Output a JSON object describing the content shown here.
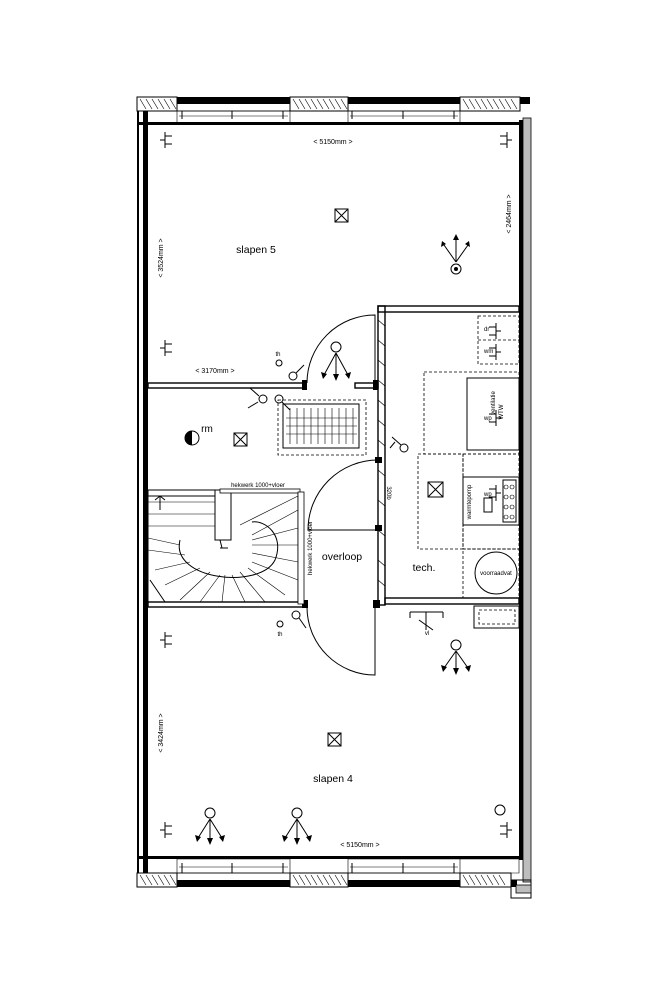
{
  "rooms": {
    "slapen5": "slapen 5",
    "slapen4": "slapen 4",
    "overloop": "overloop",
    "tech": "tech."
  },
  "dimensions": {
    "top_width": "< 5150mm >",
    "bottom_width": "< 5150mm >",
    "left_top_depth": "< 3524mm >",
    "right_top_depth": "< 2464mm >",
    "left_bottom_depth": "< 3424mm >",
    "corridor_width": "< 3170mm >",
    "door_height": "320b"
  },
  "labels": {
    "hekwerk_horizontal": "hekwerk 1000+vloer",
    "hekwerk_vertical": "hekwerk 1000+vloer",
    "rookmelder": "rm",
    "ventilatie": "ventilatie",
    "wtw": "WTW",
    "warmtepomp": "warmtepomp",
    "voorraadvat": "voorraadvat",
    "dr": "dr",
    "wm": "wm",
    "wp1": "wp",
    "wp2": "wp",
    "th1": "th",
    "th2": "th",
    "vl": "vl"
  }
}
